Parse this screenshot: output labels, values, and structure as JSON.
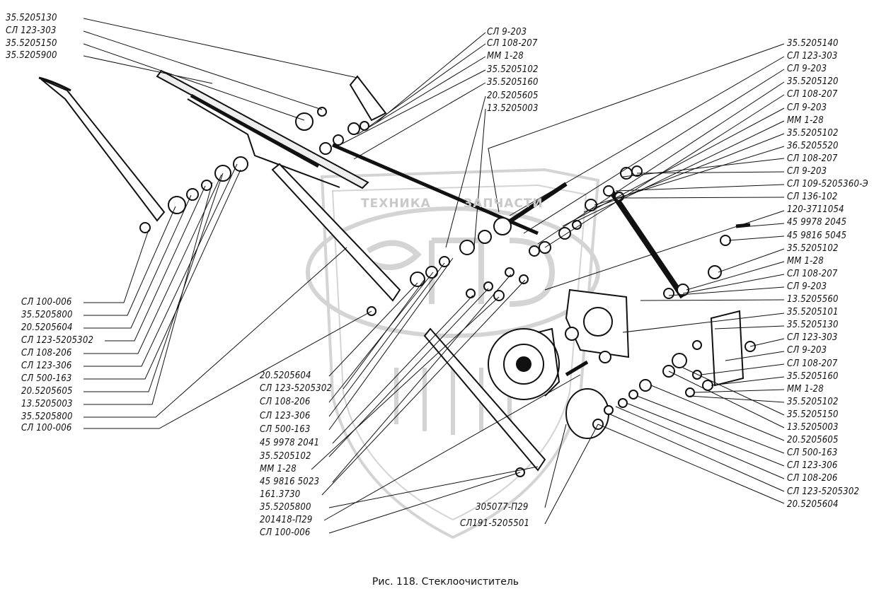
{
  "watermark": {
    "left": "ТЕХНИКА",
    "right": "ЗАПЧАСТИ",
    "logo": "ЭЛФ"
  },
  "caption": "Рис. 118. Стеклоочиститель",
  "labels_left": [
    "35.5205130",
    "СЛ 123-303",
    "35.5205150",
    "35.5205900",
    "СЛ 100-006",
    "35.5205800",
    "20.5205604",
    "СЛ 123-5205302",
    "СЛ 108-206",
    "СЛ 123-306",
    "СЛ 500-163",
    "20.5205605",
    "13.5205003",
    "35.5205800",
    "СЛ 100-006"
  ],
  "labels_top": [
    "СЛ 9-203",
    "СЛ 108-207",
    "ММ 1-28",
    "35.5205102",
    "35.5205160",
    "20.5205605",
    "13.5205003"
  ],
  "labels_right": [
    "35.5205140",
    "СЛ 123-303",
    "СЛ 9-203",
    "35.5205120",
    "СЛ 108-207",
    "СЛ 9-203",
    "ММ 1-28",
    "35.5205102",
    "36.5205520",
    "СЛ 108-207",
    "СЛ 9-203",
    "СЛ 109-5205360-Э",
    "СЛ 136-102",
    "120-3711054",
    "45 9978 2045",
    "45 9816 5045",
    "35.5205102",
    "ММ 1-28",
    "СЛ 108-207",
    "СЛ 9-203",
    "13.5205560",
    "35.5205101",
    "35.5205130",
    "СЛ 123-303",
    "СЛ 9-203",
    "СЛ 108-207",
    "35.5205160",
    "ММ 1-28",
    "35.5205102",
    "35.5205150",
    "13.5205003",
    "20.5205605",
    "СЛ 500-163",
    "СЛ 123-306",
    "СЛ 108-206",
    "СЛ 123-5205302",
    "20.5205604"
  ],
  "labels_center": [
    "20.5205604",
    "СЛ 123-5205302",
    "СЛ 108-206",
    "СЛ 123-306",
    "СЛ 500-163",
    "45 9978 2041",
    "35.5205102",
    "ММ 1-28",
    "45 9816 5023",
    "161.3730",
    "35.5205800",
    "201418-П29",
    "СЛ 100-006"
  ],
  "labels_bottom": [
    "305077-П29",
    "СЛ191-5205501"
  ]
}
